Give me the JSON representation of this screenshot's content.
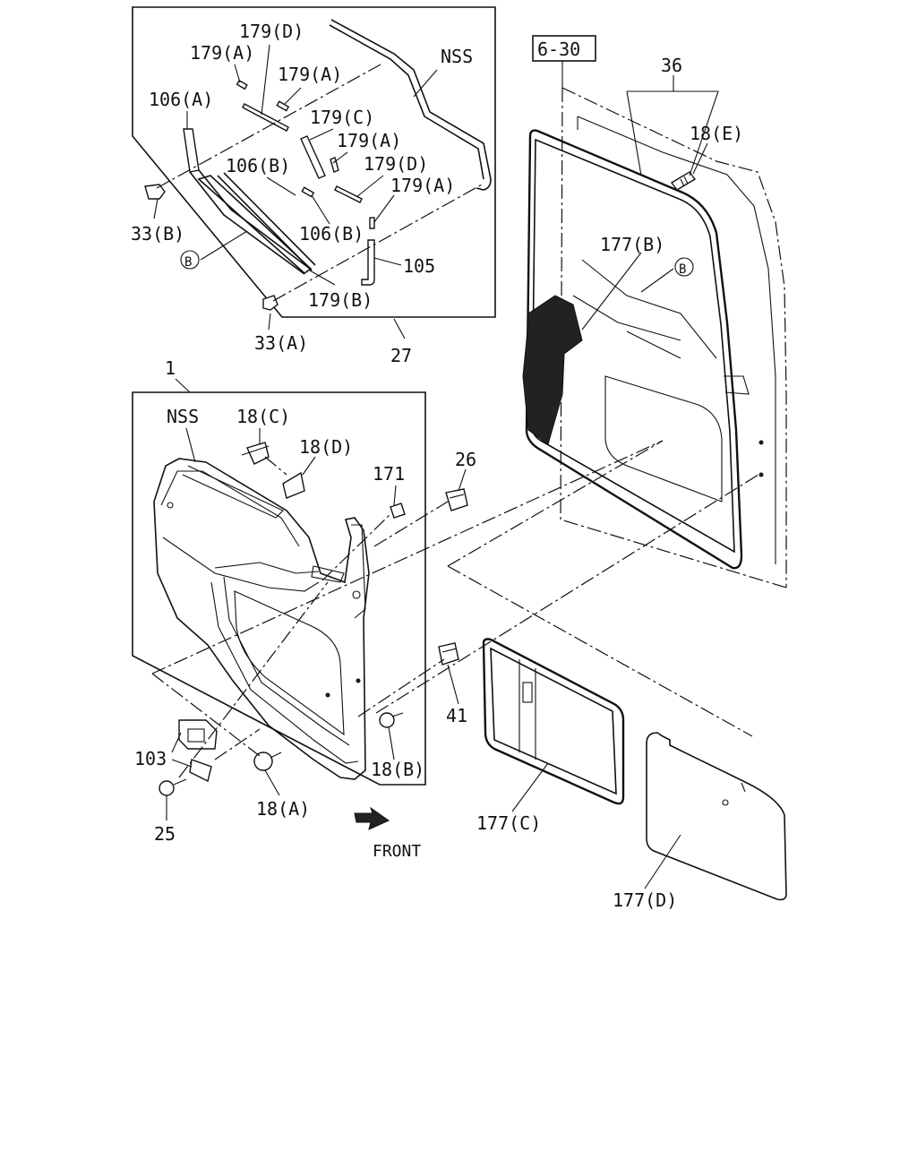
{
  "labels": {
    "p179d_top": "179(D)",
    "p179a_top": "179(A)",
    "p179a_mid": "179(A)",
    "nss_top": "NSS",
    "p106a": "106(A)",
    "p179c": "179(C)",
    "p179a_r": "179(A)",
    "p106b_l": "106(B)",
    "p179d_r": "179(D)",
    "p179a_low": "179(A)",
    "p33b": "33(B)",
    "p106b_r": "106(B)",
    "p105": "105",
    "circle_b1": "B",
    "p179b": "179(B)",
    "p33a": "33(A)",
    "p27": "27",
    "ref_6_30": "6-30",
    "p36": "36",
    "p18e": "18(E)",
    "p177b": "177(B)",
    "circle_b2": "B",
    "p1": "1",
    "nss_low": "NSS",
    "p18c": "18(C)",
    "p18d": "18(D)",
    "p171": "171",
    "p26": "26",
    "p41": "41",
    "p103": "103",
    "p25": "25",
    "p18a": "18(A)",
    "p18b": "18(B)",
    "front": "FRONT",
    "p177c": "177(C)",
    "p177d": "177(D)"
  }
}
